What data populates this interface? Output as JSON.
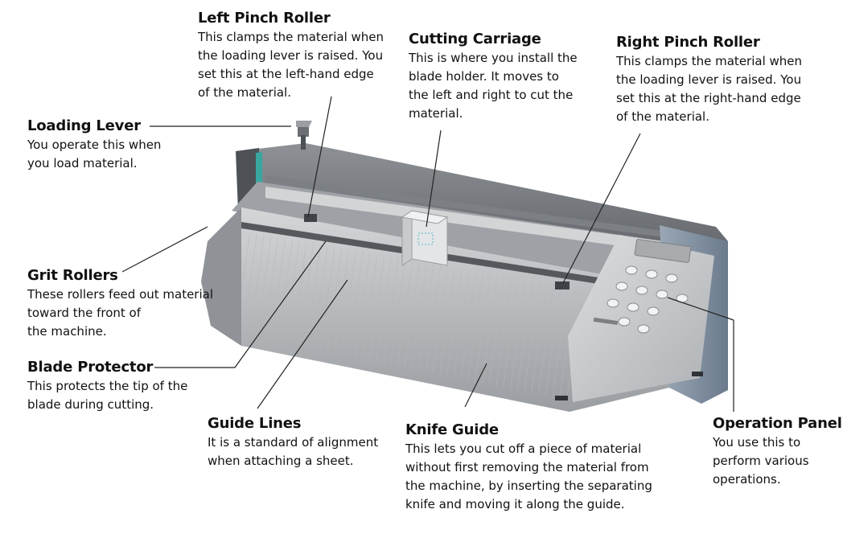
{
  "callouts": {
    "left_pinch_roller": {
      "title": "Left Pinch Roller",
      "lines": [
        "This clamps the material when",
        "the loading lever is raised. You",
        "set this at the left-hand edge",
        "of the material."
      ]
    },
    "cutting_carriage": {
      "title": "Cutting Carriage",
      "lines": [
        "This is where you install the",
        "blade holder. It moves to",
        "the left and right to cut the",
        "material."
      ]
    },
    "right_pinch_roller": {
      "title": "Right Pinch Roller",
      "lines": [
        "This clamps the material when",
        "the loading lever is raised. You",
        "set this at the right-hand edge",
        "of the material."
      ]
    },
    "loading_lever": {
      "title": "Loading Lever",
      "lines": [
        "You operate this when",
        "you load material."
      ]
    },
    "grit_rollers": {
      "title": "Grit Rollers",
      "lines": [
        "These rollers feed out material",
        "toward the front of",
        "the machine."
      ]
    },
    "blade_protector": {
      "title": "Blade Protector",
      "lines": [
        "This protects the tip of the",
        "blade during cutting."
      ]
    },
    "guide_lines": {
      "title": "Guide Lines",
      "lines": [
        "It is a standard of alignment",
        "when attaching a sheet."
      ]
    },
    "knife_guide": {
      "title": "Knife Guide",
      "lines": [
        "This lets you cut off a piece of material",
        "without first removing the material from",
        "the machine, by inserting the separating",
        "knife and moving it along the guide."
      ]
    },
    "operation_panel": {
      "title": "Operation Panel",
      "lines": [
        "You use this to",
        "perform various",
        "operations."
      ]
    }
  },
  "colors": {
    "body": "#b9bcbf",
    "body_dark": "#6f7378",
    "panel": "#c9cbcd",
    "accent": "#37a7a0",
    "leader": "#222222"
  }
}
